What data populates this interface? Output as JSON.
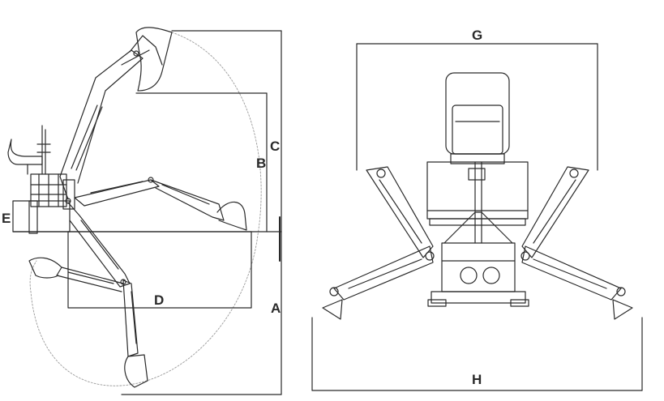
{
  "colors": {
    "line": "#2a2a2a",
    "dim": "#555555",
    "bg": "#ffffff",
    "guide": "#9a9a9a"
  },
  "labels": {
    "a": "A",
    "b": "B",
    "c": "C",
    "d": "D",
    "e": "E",
    "g": "G",
    "h": "H"
  }
}
